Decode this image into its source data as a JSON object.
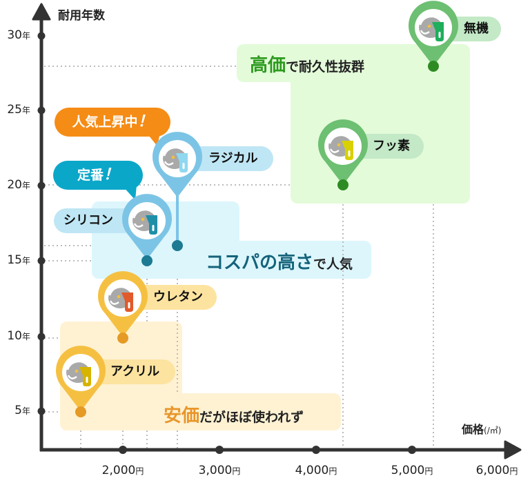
{
  "chart_data": {
    "type": "scatter",
    "title": "",
    "xlabel": "価格（/㎡）",
    "ylabel": "耐用年数",
    "x_ticks": [
      "2,000円",
      "3,000円",
      "4,000円",
      "5,000円",
      "6,000円"
    ],
    "y_ticks": [
      "5年",
      "10年",
      "15年",
      "20年",
      "25年",
      "30年"
    ],
    "xlim": [
      1150,
      6000
    ],
    "ylim": [
      2.5,
      31
    ],
    "grid": "dotted guide lines from each point to axes",
    "legend": "none",
    "points": [
      {
        "name": "アクリル",
        "price": 1560,
        "years": 5,
        "group": "cheap",
        "color": "#f5c042",
        "paint_color": "#d6b400"
      },
      {
        "name": "ウレタン",
        "price": 2000,
        "years": 10,
        "group": "cheap",
        "color": "#f5c042",
        "paint_color": "#e05a2b"
      },
      {
        "name": "シリコン",
        "price": 2250,
        "years": 15,
        "group": "value",
        "color": "#7cc4e6",
        "paint_color": "#1f8fa8"
      },
      {
        "name": "ラジカル",
        "price": 2560,
        "years": 16,
        "group": "value",
        "color": "#7cc4e6",
        "paint_color": "#8fd8f0"
      },
      {
        "name": "フッ素",
        "price": 4280,
        "years": 20,
        "group": "premium",
        "color": "#6dbf72",
        "paint_color": "#d9d000"
      },
      {
        "name": "無機",
        "price": 5350,
        "years": 28,
        "group": "premium",
        "color": "#6dbf72",
        "paint_color": "#1fae5b"
      }
    ],
    "annotations": [
      {
        "text": "高価で耐久性抜群",
        "emphasis": "高価",
        "group": "premium"
      },
      {
        "text": "コスパの高さで人気",
        "emphasis": "コスパの高さ",
        "group": "value"
      },
      {
        "text": "安価だがほぼ使われず",
        "emphasis": "安価",
        "group": "cheap"
      },
      {
        "text": "人気上昇中！",
        "target": "ラジカル"
      },
      {
        "text": "定番！",
        "target": "シリコン"
      }
    ]
  },
  "axes": {
    "y_title": "耐用年数",
    "x_title": "価格",
    "x_unit": "(/㎡)",
    "y_ticks": [
      {
        "num": "30",
        "unit": "年"
      },
      {
        "num": "25",
        "unit": "年"
      },
      {
        "num": "20",
        "unit": "年"
      },
      {
        "num": "15",
        "unit": "年"
      },
      {
        "num": "10",
        "unit": "年"
      },
      {
        "num": "5",
        "unit": "年"
      }
    ],
    "x_ticks": [
      {
        "num": "2,000",
        "unit": "円"
      },
      {
        "num": "3,000",
        "unit": "円"
      },
      {
        "num": "4,000",
        "unit": "円"
      },
      {
        "num": "5,000",
        "unit": "円"
      },
      {
        "num": "6,000",
        "unit": "円"
      }
    ]
  },
  "labels": {
    "muki": "無機",
    "fusso": "フッ素",
    "radical": "ラジカル",
    "silicon": "シリコン",
    "urethane": "ウレタン",
    "acrylic": "アクリル"
  },
  "regions": {
    "premium": {
      "em": "高価",
      "rest": "で耐久性抜群"
    },
    "value": {
      "em": "コスパの高さ",
      "rest": "で人気"
    },
    "cheap": {
      "em": "安価",
      "rest": "だがほぼ使われず"
    }
  },
  "bubbles": {
    "rising": {
      "text": "人気上昇中",
      "excl": "！"
    },
    "standard": {
      "text": "定番",
      "excl": "！"
    }
  },
  "colors": {
    "axis": "#333333",
    "grid": "#bbbbbb",
    "green_pin": "#6dbf72",
    "green_dot": "#2e8b23",
    "green_region": "#e3fbd9",
    "green_pill": "#c3e9c6",
    "green_em": "#2c9a1e",
    "blue_pin": "#7cc4e6",
    "blue_dot": "#1c7a92",
    "blue_region": "#dcf6fc",
    "blue_pill": "#bfe6f4",
    "blue_em": "#14637a",
    "yellow_pin": "#f5c042",
    "yellow_dot": "#e59a25",
    "yellow_region": "#fff2d3",
    "yellow_pill": "#fde3a0",
    "yellow_em": "#e8962a",
    "orange_bubble": "#f58c16",
    "teal_bubble": "#0ba7c9"
  }
}
